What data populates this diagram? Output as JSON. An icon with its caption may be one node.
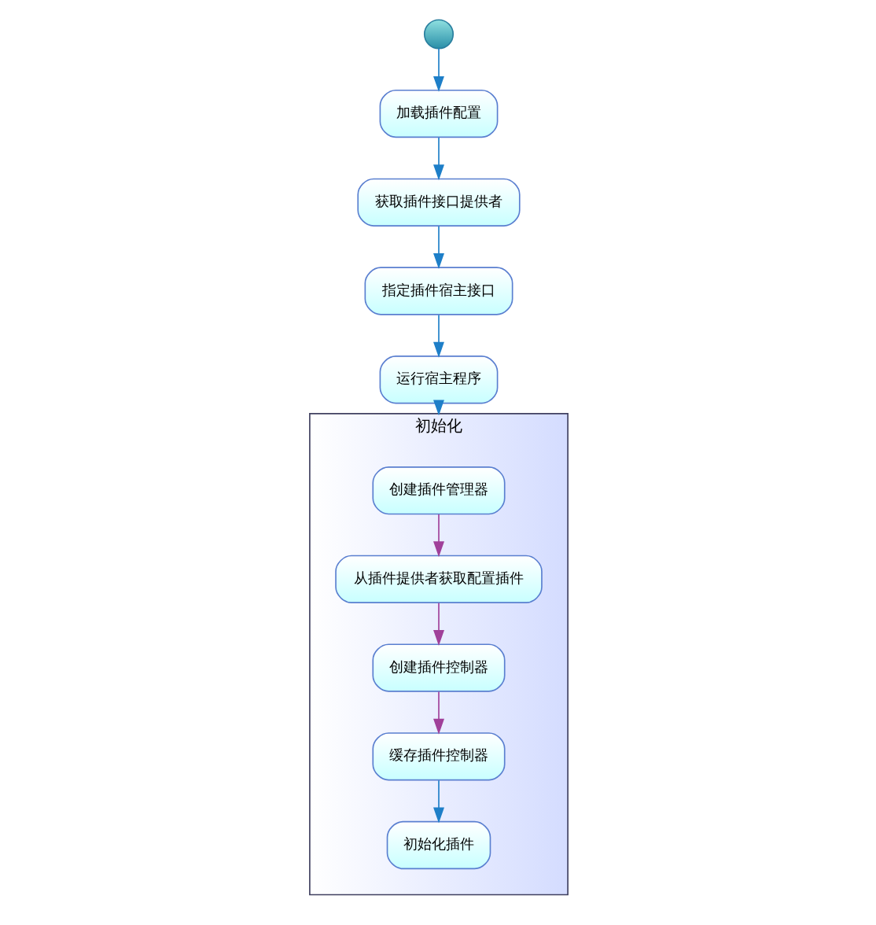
{
  "diagram": {
    "nodes": [
      {
        "text": [],
        "shape": "circle"
      },
      {
        "text": [
          "加载插件配置"
        ]
      },
      {
        "text": [
          "获取插件接口提供者"
        ]
      },
      {
        "text": [
          "指定插件宿主接口"
        ]
      },
      {
        "text": [
          "运行宿主程序"
        ]
      },
      {
        "text": [
          "初始化"
        ]
      },
      {
        "text": [
          "创建插件管理器"
        ],
        "in": 5
      },
      {
        "text": [
          "从插件提供者获取配置插件"
        ],
        "in": 5
      },
      {
        "text": [
          "创建插件控制器"
        ],
        "in": 5
      },
      {
        "text": [
          "缓存插件控制器"
        ],
        "in": 5
      },
      {
        "text": [
          "初始化插件"
        ],
        "in": 5
      }
    ],
    "edges": [
      {
        "from": 0,
        "to": 1,
        "arrow": "to"
      },
      {
        "from": 1,
        "to": 2,
        "arrow": "to"
      },
      {
        "from": 2,
        "to": 3,
        "arrow": "to"
      },
      {
        "from": 3,
        "to": 4,
        "arrow": "to"
      },
      {
        "from": 4,
        "to": 5,
        "arrow": "to"
      },
      {
        "from": 6,
        "to": 7,
        "arrow": "to",
        "color": "#a0409a"
      },
      {
        "from": 7,
        "to": 8,
        "arrow": "to",
        "color": "#a0409a"
      },
      {
        "from": 8,
        "to": 9,
        "arrow": "to",
        "color": "#a0409a"
      },
      {
        "from": 9,
        "to": 10,
        "arrow": "to"
      }
    ]
  }
}
